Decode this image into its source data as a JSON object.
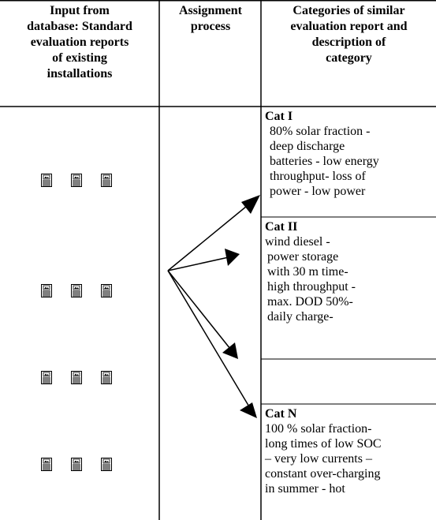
{
  "headers": {
    "input": [
      "Input from",
      "database: Standard",
      "evaluation reports",
      "of existing",
      "installations"
    ],
    "process": [
      "Assignment",
      "process"
    ],
    "categories": [
      "Categories of similar",
      "evaluation report and",
      "description of",
      "category"
    ]
  },
  "categories": [
    {
      "title": "Cat I",
      "lines": [
        "80% solar fraction -",
        "deep discharge",
        "batteries - low energy",
        "throughput- loss of",
        "power - low power"
      ]
    },
    {
      "title": "Cat II",
      "lines": [
        "wind diesel  -",
        "power storage",
        "with 30 m time-",
        "high throughput -",
        "max. DOD 50%-",
        "daily charge-"
      ]
    },
    {
      "title": "",
      "lines": []
    },
    {
      "title": "Cat N",
      "lines": [
        "100 % solar fraction-",
        "long times of low SOC",
        "– very low currents –",
        "constant over-charging",
        "in summer - hot"
      ]
    }
  ],
  "document_groups": [
    {
      "count": 3
    },
    {
      "count": 3
    },
    {
      "count": 3
    },
    {
      "count": 3
    }
  ],
  "icons": {
    "document": "document-report-icon",
    "arrow": "assignment-arrow"
  },
  "colors": {
    "line": "#000000",
    "background": "#ffffff"
  }
}
